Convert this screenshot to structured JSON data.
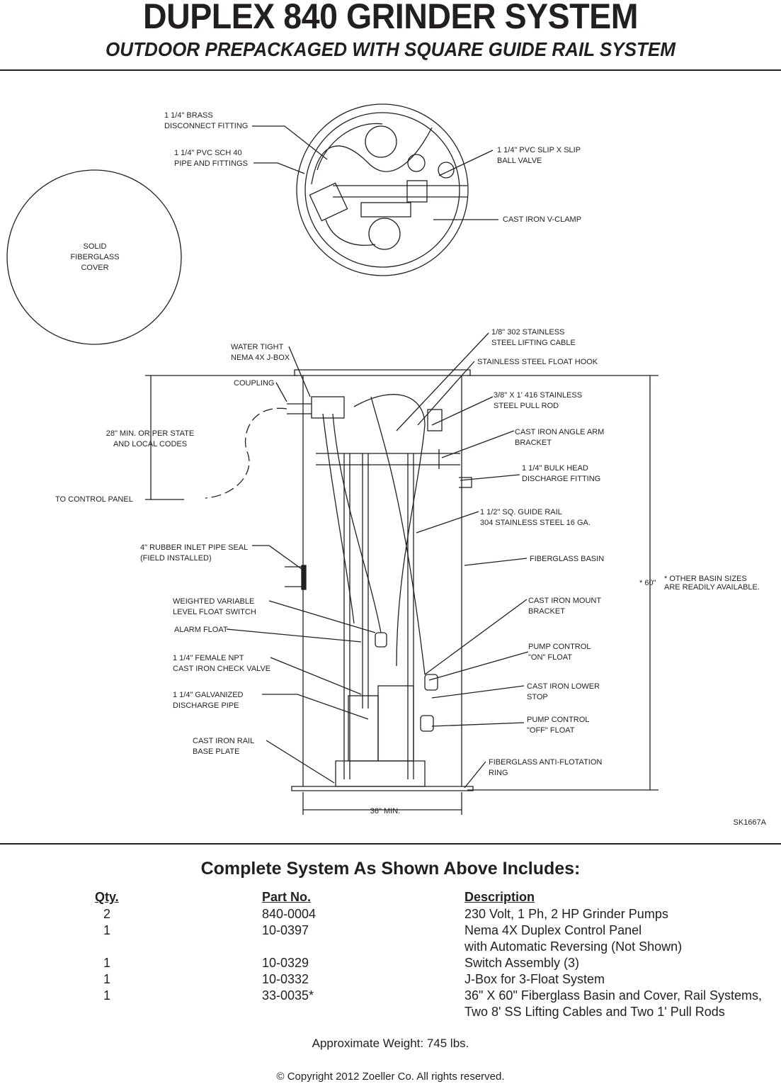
{
  "header": {
    "title": "DUPLEX 840 GRINDER SYSTEM",
    "subtitle": "OUTDOOR PREPACKAGED WITH SQUARE GUIDE RAIL SYSTEM"
  },
  "diagram": {
    "cover_label": [
      "SOLID",
      "FIBERGLASS",
      "COVER"
    ],
    "labels": {
      "brass_fitting": [
        "1 1/4\" BRASS",
        "DISCONNECT FITTING"
      ],
      "pvc_pipe": [
        "1 1/4\" PVC SCH 40",
        "PIPE AND FITTINGS"
      ],
      "ball_valve": [
        "1 1/4\" PVC SLIP X SLIP",
        "BALL VALVE"
      ],
      "v_clamp": [
        "CAST IRON V-CLAMP"
      ],
      "lifting_cable": [
        "1/8\" 302 STAINLESS",
        "STEEL LIFTING CABLE"
      ],
      "float_hook": [
        "STAINLESS STEEL FLOAT HOOK"
      ],
      "jbox": [
        "WATER TIGHT",
        "NEMA 4X J-BOX"
      ],
      "coupling": [
        "COUPLING"
      ],
      "pull_rod": [
        "3/8\" X 1' 416 STAINLESS",
        "STEEL PULL ROD"
      ],
      "angle_arm": [
        "CAST IRON ANGLE ARM",
        "BRACKET"
      ],
      "min_depth": [
        "28\" MIN. OR PER STATE",
        "AND LOCAL CODES"
      ],
      "bulk_head": [
        "1 1/4\" BULK HEAD",
        "DISCHARGE FITTING"
      ],
      "control_panel": [
        "TO CONTROL PANEL"
      ],
      "guide_rail": [
        "1 1/2\" SQ. GUIDE RAIL",
        "304 STAINLESS STEEL 16 GA."
      ],
      "inlet_seal": [
        "4\" RUBBER INLET PIPE SEAL",
        "(FIELD INSTALLED)"
      ],
      "basin": [
        "FIBERGLASS BASIN"
      ],
      "height": "* 60\"",
      "other_sizes": [
        "* OTHER BASIN SIZES",
        "ARE READILY AVAILABLE."
      ],
      "weighted_float": [
        "WEIGHTED VARIABLE",
        "LEVEL FLOAT SWITCH"
      ],
      "mount_bracket": [
        "CAST IRON MOUNT",
        "BRACKET"
      ],
      "alarm_float": [
        "ALARM FLOAT"
      ],
      "on_float": [
        "PUMP CONTROL",
        "\"ON\" FLOAT"
      ],
      "check_valve": [
        "1 1/4\" FEMALE NPT",
        "CAST IRON CHECK VALVE"
      ],
      "lower_stop": [
        "CAST IRON LOWER",
        "STOP"
      ],
      "galv_pipe": [
        "1 1/4\" GALVANIZED",
        "DISCHARGE PIPE"
      ],
      "off_float": [
        "PUMP CONTROL",
        "\"OFF\" FLOAT"
      ],
      "base_plate": [
        "CAST IRON RAIL",
        "BASE PLATE"
      ],
      "anti_flot": [
        "FIBERGLASS ANTI-FLOTATION",
        "RING"
      ],
      "width": "36\" MIN.",
      "drawing_no": "SK1667A"
    }
  },
  "includes": {
    "title": "Complete System As Shown Above Includes:",
    "headers": {
      "qty": "Qty.",
      "part": "Part No.",
      "desc": "Description"
    },
    "rows": [
      {
        "qty": "2",
        "part": "840-0004",
        "desc": [
          "230 Volt, 1 Ph, 2 HP Grinder Pumps"
        ]
      },
      {
        "qty": "1",
        "part": "10-0397",
        "desc": [
          "Nema 4X Duplex Control Panel",
          "with Automatic Reversing (Not Shown)"
        ]
      },
      {
        "qty": "1",
        "part": "10-0329",
        "desc": [
          "Switch Assembly (3)"
        ]
      },
      {
        "qty": "1",
        "part": "10-0332",
        "desc": [
          "J-Box for  3-Float System"
        ]
      },
      {
        "qty": "1",
        "part": "33-0035*",
        "desc": [
          "36\" X 60\" Fiberglass Basin and Cover, Rail Systems,",
          "Two 8' SS Lifting Cables and Two 1' Pull Rods"
        ]
      }
    ]
  },
  "footer": {
    "weight": "Approximate Weight:  745 lbs.",
    "copyright": "© Copyright 2012 Zoeller Co. All rights reserved."
  }
}
